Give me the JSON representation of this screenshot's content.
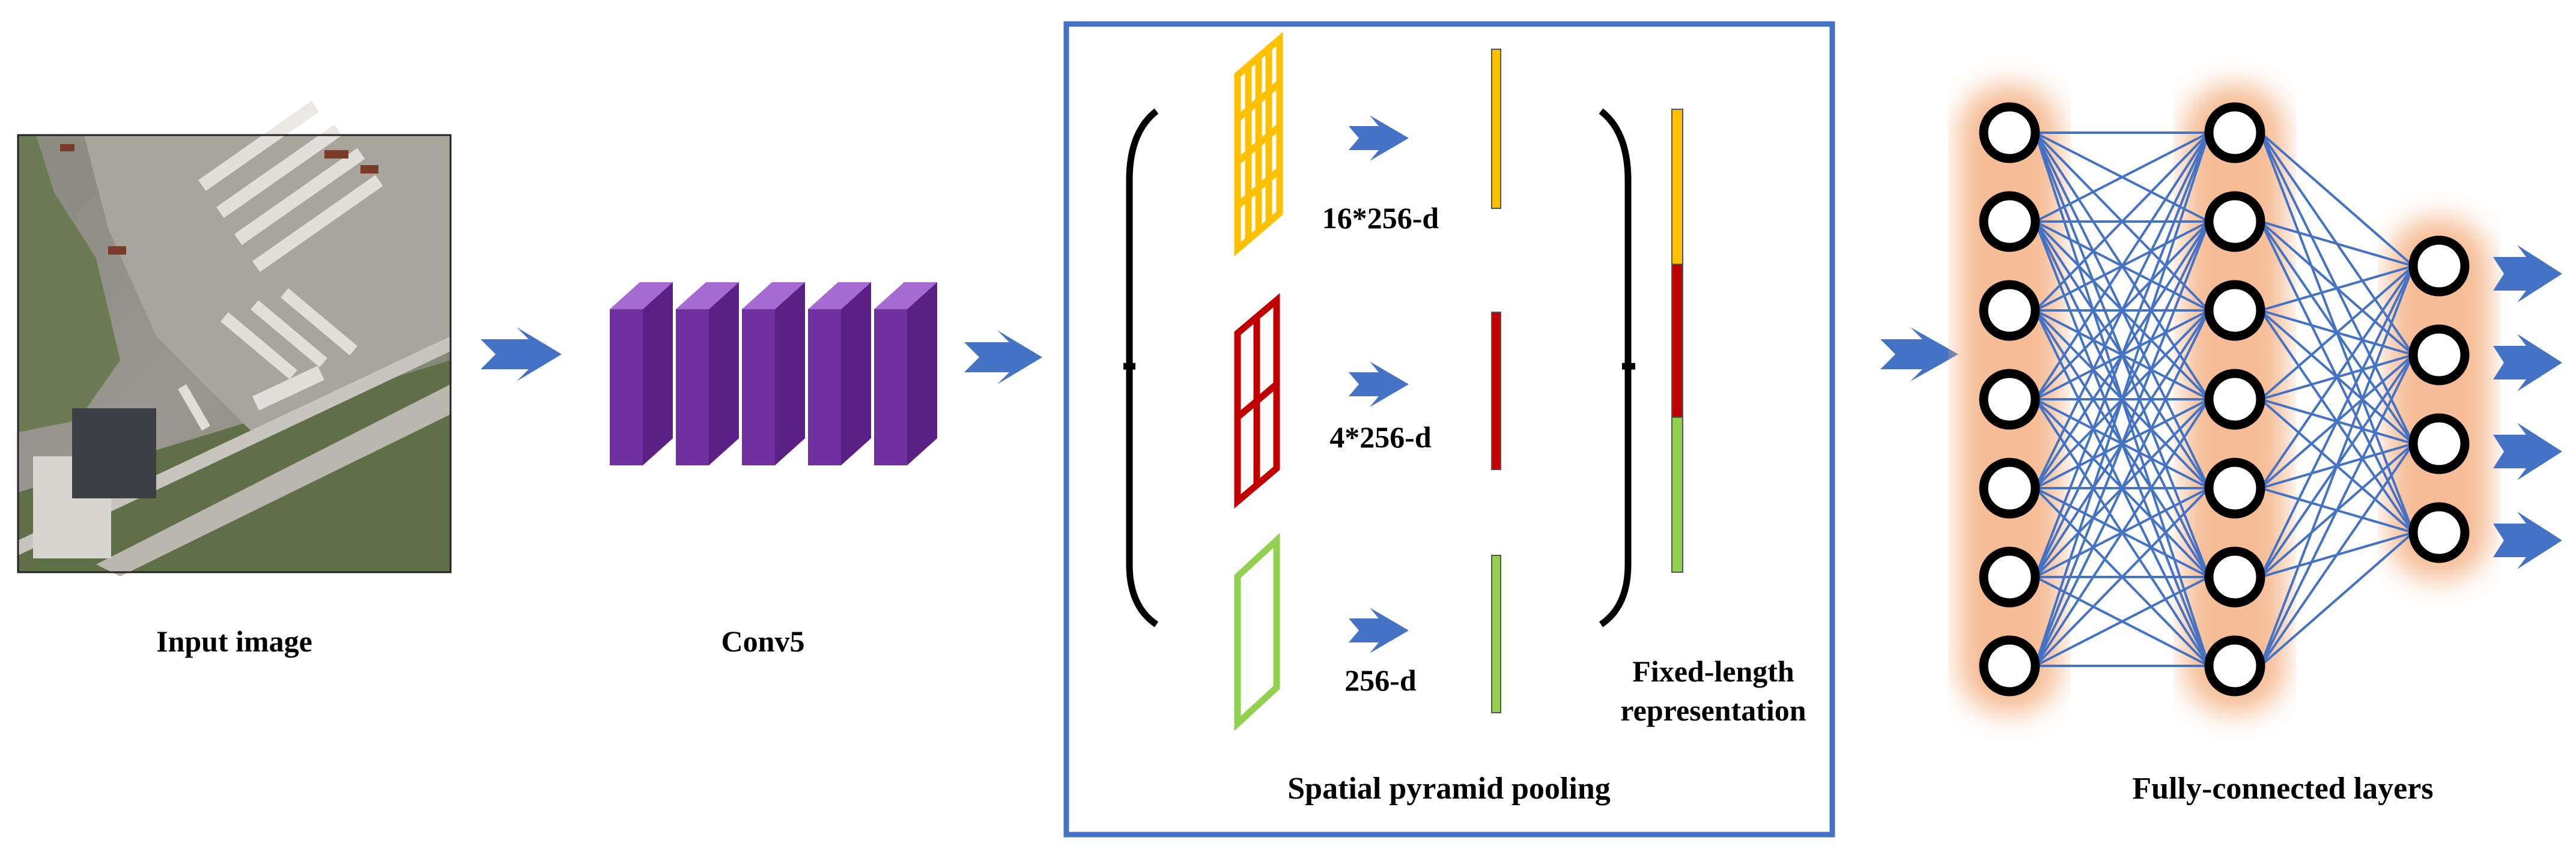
{
  "labels": {
    "input_image": "Input image",
    "conv5": "Conv5",
    "spp_title": "Spatial pyramid pooling",
    "bin16": "16*256-d",
    "bin4": "4*256-d",
    "bin1": "256-d",
    "fixed_line1": "Fixed-length",
    "fixed_line2": "representation",
    "fc_title": "Fully-connected layers"
  },
  "fc_network": {
    "layer_sizes": [
      7,
      7,
      4
    ],
    "output_arrows": 4
  },
  "colors": {
    "arrow": "#4472C4",
    "conv_front": "#7030A0",
    "spp_box": "#4472C4",
    "yellow": "#FFC000",
    "red": "#C00000",
    "green": "#92D050",
    "edge": "#4472C4",
    "glow": "#F4B183"
  }
}
